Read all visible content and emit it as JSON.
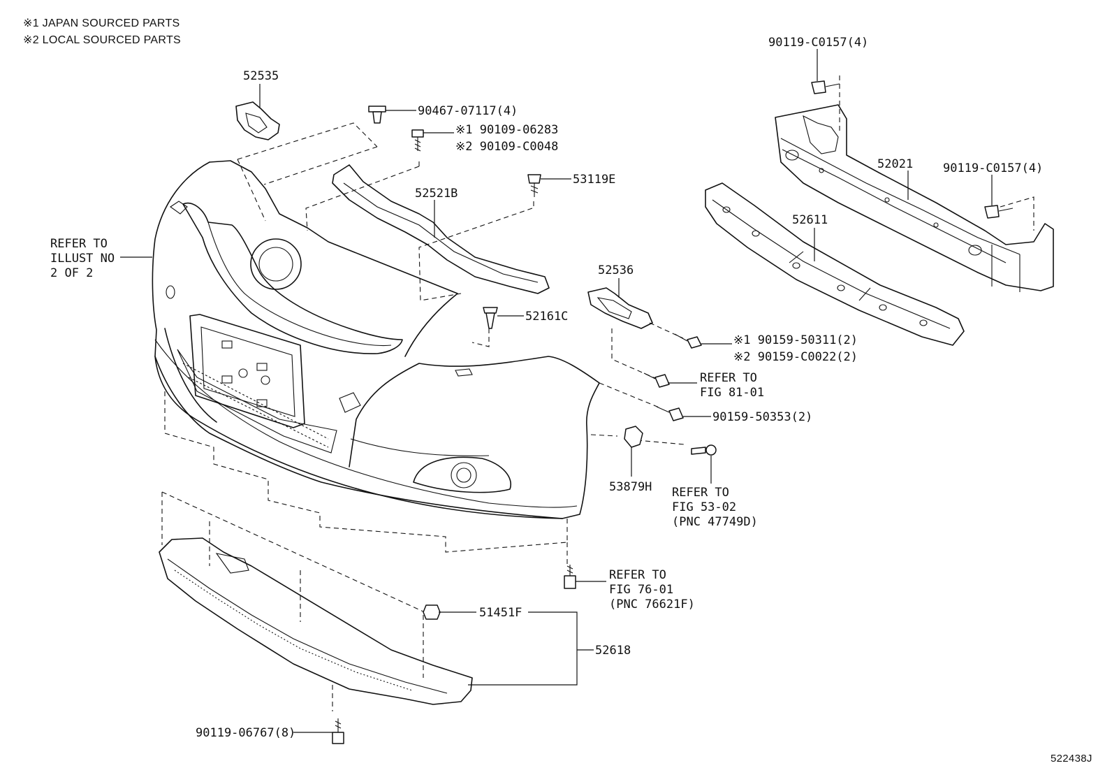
{
  "notes": {
    "japan": "※1 JAPAN SOURCED PARTS",
    "local": "※2 LOCAL SOURCED PARTS"
  },
  "figure_id": "522438J",
  "callouts": {
    "c52535": "52535",
    "c90467": "90467-07117(4)",
    "c90109a": "※1 90109-06283",
    "c90109b": "※2 90109-C0048",
    "c53119e": "53119E",
    "c52521b": "52521B",
    "c52161c": "52161C",
    "c52536": "52536",
    "c90159a": "※1 90159-50311(2)",
    "c90159b": "※2 90159-C0022(2)",
    "c90159c": "90159-50353(2)",
    "c53879h": "53879H",
    "c51451f": "51451F",
    "c52618": "52618",
    "c90119b": "90119-06767(8)",
    "c52021": "52021",
    "c52611": "52611",
    "c90119a": "90119-C0157(4)",
    "c90119c": "90119-C0157(4)"
  },
  "refs": {
    "illust": [
      "REFER TO",
      "ILLUST NO",
      "2 OF 2"
    ],
    "fig8101": [
      "REFER TO",
      "FIG 81-01"
    ],
    "fig5302": [
      "REFER TO",
      "FIG 53-02",
      "(PNC 47749D)"
    ],
    "fig7601": [
      "REFER TO",
      "FIG 76-01",
      "(PNC 76621F)"
    ]
  }
}
